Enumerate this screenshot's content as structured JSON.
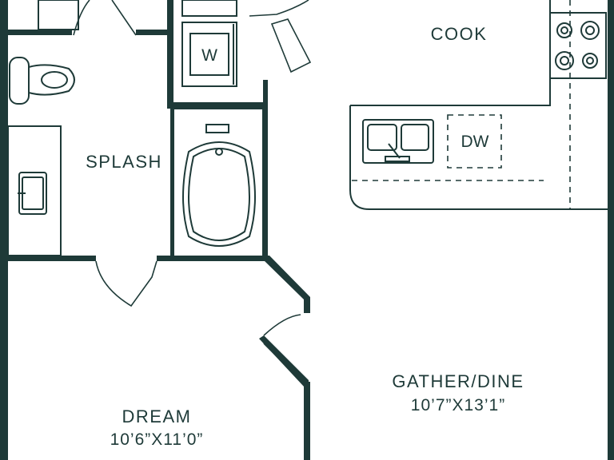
{
  "rooms": {
    "cook": {
      "label": "COOK"
    },
    "splash": {
      "label": "SPLASH"
    },
    "gather_dine": {
      "label": "GATHER/DINE",
      "dimensions": "10’7”X13’1”"
    },
    "dream": {
      "label": "DREAM",
      "dimensions": "10’6”X11’0”"
    }
  },
  "fixtures": {
    "washer": {
      "label": "W"
    },
    "dishwasher": {
      "label": "DW"
    }
  },
  "colors": {
    "wall": "#1e3a38",
    "background": "#ffffff"
  }
}
